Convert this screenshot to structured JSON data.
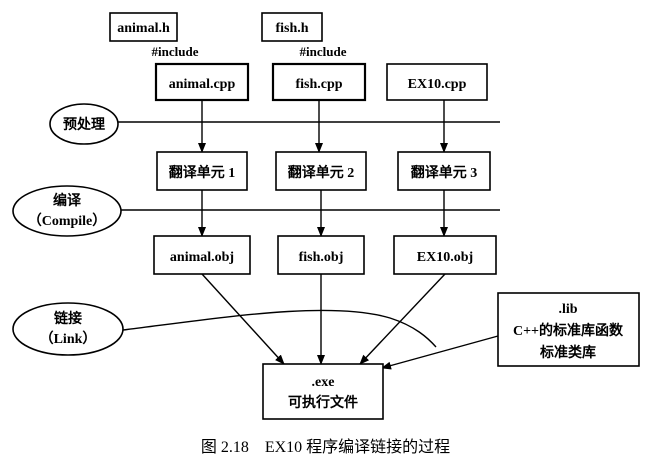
{
  "headers": {
    "animal_h": "animal.h",
    "fish_h": "fish.h",
    "include_left": "#include",
    "include_right": "#include"
  },
  "sources": {
    "animal_cpp": "animal.cpp",
    "fish_cpp": "fish.cpp",
    "ex10_cpp": "EX10.cpp"
  },
  "units": {
    "unit1": "翻译单元 1",
    "unit2": "翻译单元 2",
    "unit3": "翻译单元 3"
  },
  "objects": {
    "animal_obj": "animal.obj",
    "fish_obj": "fish.obj",
    "ex10_obj": "EX10.obj"
  },
  "stages": {
    "preprocess": "预处理",
    "compile_cn": "编译",
    "compile_en": "（Compile）",
    "link_cn": "链接",
    "link_en": "（Link）"
  },
  "library": {
    "line1": ".lib",
    "line2": "C++的标准库函数",
    "line3": "标准类库"
  },
  "executable": {
    "line1": ".exe",
    "line2": "可执行文件"
  },
  "caption": "图 2.18　EX10 程序编译链接的过程"
}
